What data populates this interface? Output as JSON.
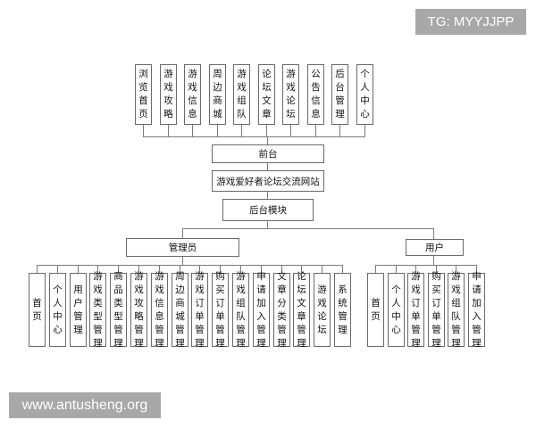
{
  "watermarks": {
    "top_right": "TG: MYYJJPP",
    "bottom_left": "www.antusheng.org"
  },
  "diagram": {
    "title": "游戏爱好者论坛交流网站",
    "frontend": {
      "label": "前台",
      "modules": [
        "浏览首页",
        "游戏攻略",
        "游戏信息",
        "周边商城",
        "游戏组队",
        "论坛文章",
        "游戏论坛",
        "公告信息",
        "后台管理",
        "个人中心"
      ]
    },
    "backend": {
      "label": "后台模块",
      "admin": {
        "label": "管理员",
        "modules": [
          "首页",
          "个人中心",
          "用户管理",
          "游戏类型管理",
          "商品类型管理",
          "游戏攻略管理",
          "游戏信息管理",
          "周边商城管理",
          "游戏订单管理",
          "购买订单管理",
          "游戏组队管理",
          "申请加入管理",
          "文章分类管理",
          "论坛文章管理",
          "游戏论坛",
          "系统管理"
        ]
      },
      "user": {
        "label": "用户",
        "modules": [
          "首页",
          "个人中心",
          "游戏订单管理",
          "购买订单管理",
          "游戏组队管理",
          "申请加入管理"
        ]
      }
    }
  }
}
